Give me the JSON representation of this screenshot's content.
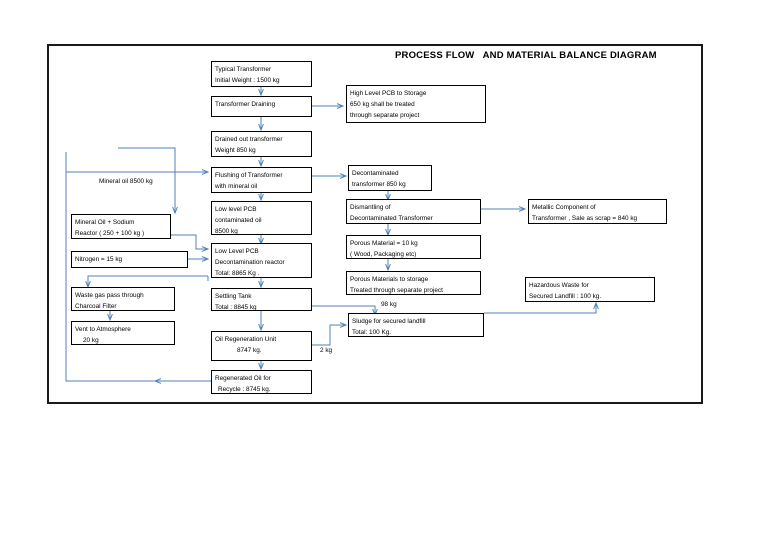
{
  "document": {
    "title": "PROCESS FLOW   AND MATERIAL BALANCE DIAGRAM"
  },
  "colors": {
    "arrow": "#4f81bd",
    "box_border": "#000000",
    "frame_border": "#1a1a1a",
    "background": "#ffffff",
    "text": "#000000"
  },
  "nodes": [
    {
      "id": "typical-transformer",
      "lines": [
        "Typical Transformer",
        "Initial Weight : 1500 kg"
      ]
    },
    {
      "id": "transformer-draining",
      "lines": [
        "Transformer Draining"
      ]
    },
    {
      "id": "high-level-pcb-storage",
      "lines": [
        "High Level PCB to Storage",
        "650 kg shall be treated",
        "through separate project"
      ]
    },
    {
      "id": "drained-out-transformer",
      "lines": [
        "Drained  out transformer",
        "Weight 850 kg"
      ]
    },
    {
      "id": "flushing-of-transformer",
      "lines": [
        "Flushing of Transformer",
        "with mineral oil"
      ]
    },
    {
      "id": "decontaminated-transformer",
      "lines": [
        "Decontaminated",
        "transformer 850 kg"
      ]
    },
    {
      "id": "low-level-pcb-contaminated-oil",
      "lines": [
        "Low level PCB",
        "contaminated  oil",
        "8500 kg"
      ]
    },
    {
      "id": "dismantling-of-decontaminated-transformer",
      "lines": [
        "Dismantling of",
        "Decontaminated Transformer"
      ]
    },
    {
      "id": "metallic-component",
      "lines": [
        "Metallic Component of",
        "Transformer , Sale as scrap = 840 kg"
      ]
    },
    {
      "id": "mineral-oil-sodium-reactor",
      "lines": [
        "Mineral Oil + Sodium",
        "Reactor ( 250 + 100 kg )"
      ]
    },
    {
      "id": "low-level-pcb-decontamination-reactor",
      "lines": [
        "Low Level PCB",
        "Decontamination reactor",
        "Total: 8865 Kg ."
      ]
    },
    {
      "id": "porous-material",
      "lines": [
        "Porous Material = 10 kg",
        "( Wood, Packaging etc)"
      ]
    },
    {
      "id": "nitrogen",
      "lines": [
        "Nitrogen = 15 kg"
      ]
    },
    {
      "id": "porous-materials-to-storage",
      "lines": [
        "Porous Materials to storage",
        "Treated through separate project"
      ]
    },
    {
      "id": "hazardous-waste",
      "lines": [
        "Hazardous Waste for",
        "Secured Landfill : 100 kg."
      ]
    },
    {
      "id": "waste-gas-charcoal-filter",
      "lines": [
        "Waste gas pass through",
        "Charcoal Filter"
      ]
    },
    {
      "id": "settling-tank",
      "lines": [
        "Settling Tank",
        "Total : 8845 kg"
      ]
    },
    {
      "id": "sludge-secured-landfill",
      "lines": [
        "Sludge for secured landfill",
        "Total: 100 Kg."
      ]
    },
    {
      "id": "vent-to-atmosphere",
      "lines": [
        "Vent to Atmosphere",
        "20 kg"
      ]
    },
    {
      "id": "oil-regeneration-unit",
      "lines": [
        "Oil Regeneration Unit",
        "8747 kg."
      ]
    },
    {
      "id": "regenerated-oil",
      "lines": [
        "Regenerated Oil for",
        "Recycle : 8745 kg."
      ]
    }
  ],
  "flow_labels": [
    {
      "id": "mineral-oil-8500",
      "text": "Mineral oil 8500 kg"
    },
    {
      "id": "sludge-98",
      "text": "98 kg"
    },
    {
      "id": "regen-2",
      "text": "2 kg"
    }
  ]
}
